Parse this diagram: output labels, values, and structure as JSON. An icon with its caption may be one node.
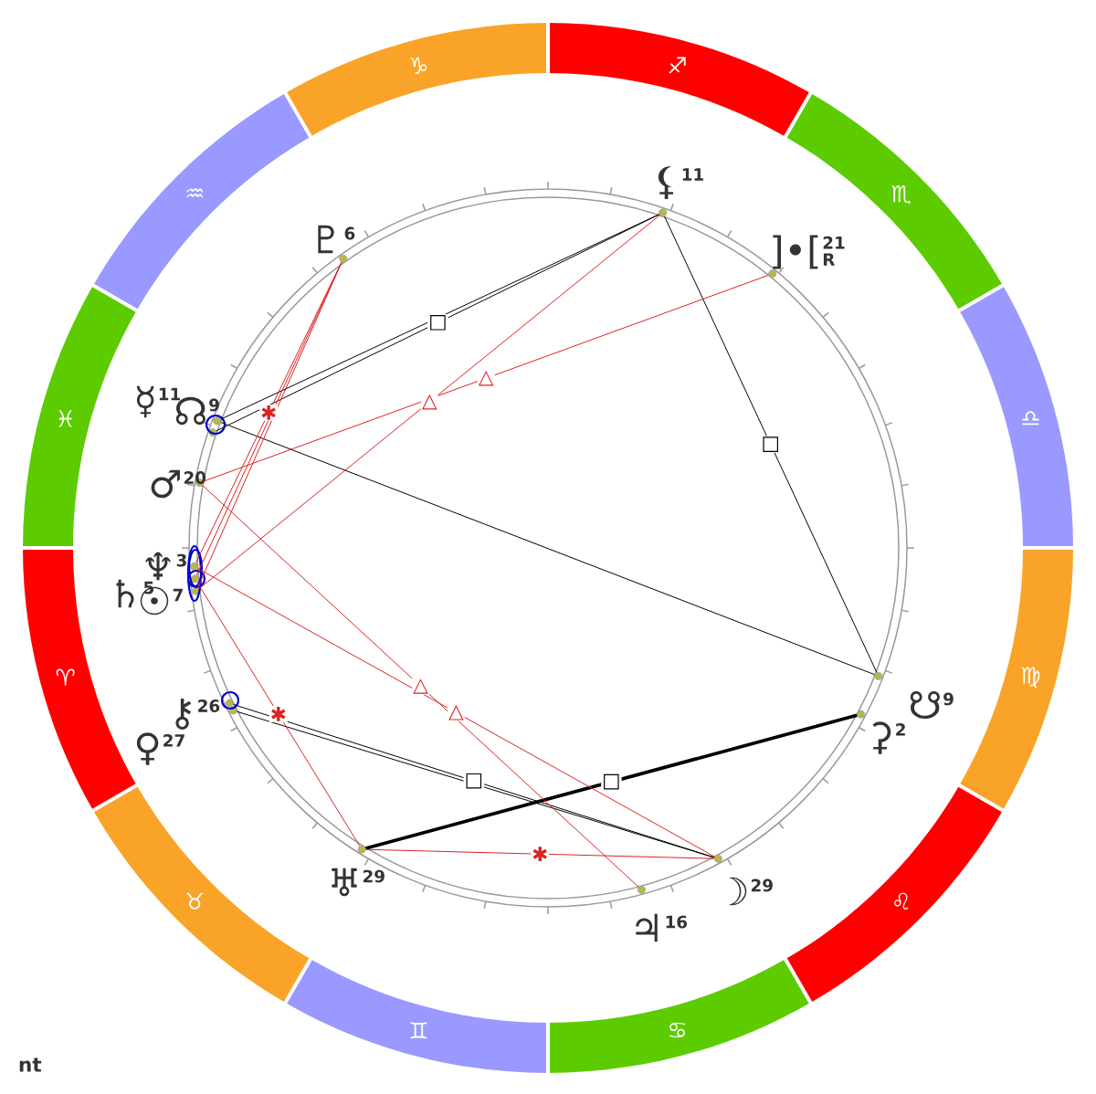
{
  "diagram": {
    "nodes": [
      {
        "text": [
          "♈"
        ]
      },
      {
        "text": [
          "♉"
        ]
      },
      {
        "text": [
          "♊"
        ]
      },
      {
        "text": [
          "♋"
        ]
      },
      {
        "text": [
          "♌"
        ]
      },
      {
        "text": [
          "♍"
        ]
      },
      {
        "text": [
          "♎"
        ]
      },
      {
        "text": [
          "♏"
        ]
      },
      {
        "text": [
          "♐"
        ]
      },
      {
        "text": [
          "♑"
        ]
      },
      {
        "text": [
          "♒"
        ]
      },
      {
        "text": [
          "♓"
        ]
      },
      {
        "text": [
          "♇",
          "6"
        ]
      },
      {
        "text": [
          "⚸",
          "11"
        ]
      },
      {
        "text": [
          "]•[",
          "21",
          "R"
        ]
      },
      {
        "text": [
          "☿",
          "11"
        ]
      },
      {
        "text": [
          "☊",
          "9"
        ]
      },
      {
        "text": [
          "♂",
          "20"
        ]
      },
      {
        "text": [
          "♆",
          "3"
        ]
      },
      {
        "text": [
          "♄",
          "5"
        ]
      },
      {
        "text": [
          "☉",
          "7"
        ]
      },
      {
        "text": [
          "♀",
          "27"
        ]
      },
      {
        "text": [
          "⚷",
          "26"
        ]
      },
      {
        "text": [
          "♅",
          "29"
        ]
      },
      {
        "text": [
          "♃",
          "16"
        ]
      },
      {
        "text": [
          "☽",
          "29"
        ]
      },
      {
        "text": [
          "⚳",
          "2"
        ]
      },
      {
        "text": [
          "☋",
          "9"
        ]
      }
    ],
    "edges": [
      {
        "from": 13,
        "to": 15,
        "arrow": "none",
        "label": "□",
        "color": "#000000"
      },
      {
        "from": 13,
        "to": 16,
        "arrow": "none",
        "color": "#000000"
      },
      {
        "from": 13,
        "to": 27,
        "arrow": "none",
        "label": "□",
        "color": "#000000"
      },
      {
        "from": 16,
        "to": 27,
        "arrow": "none",
        "color": "#000000"
      },
      {
        "from": 22,
        "to": 25,
        "arrow": "none",
        "label": "□",
        "color": "#000000"
      },
      {
        "from": 21,
        "to": 25,
        "arrow": "none",
        "color": "#000000"
      },
      {
        "from": 23,
        "to": 26,
        "arrow": "none",
        "label": "□",
        "style": "thick",
        "color": "#000000"
      },
      {
        "from": 12,
        "to": 18,
        "arrow": "none",
        "label": "✱"
      },
      {
        "from": 12,
        "to": 19,
        "arrow": "none"
      },
      {
        "from": 12,
        "to": 20,
        "arrow": "none"
      },
      {
        "from": 13,
        "to": 20,
        "arrow": "none",
        "label": "△"
      },
      {
        "from": 14,
        "to": 17,
        "arrow": "none",
        "label": "△"
      },
      {
        "from": 17,
        "to": 24,
        "arrow": "none",
        "label": "△"
      },
      {
        "from": 18,
        "to": 25,
        "arrow": "none",
        "label": "△"
      },
      {
        "from": 19,
        "to": 23,
        "arrow": "none",
        "label": "✱"
      },
      {
        "from": 23,
        "to": 25,
        "arrow": "none",
        "label": "✱"
      }
    ],
    "labels": [
      "nt"
    ]
  }
}
